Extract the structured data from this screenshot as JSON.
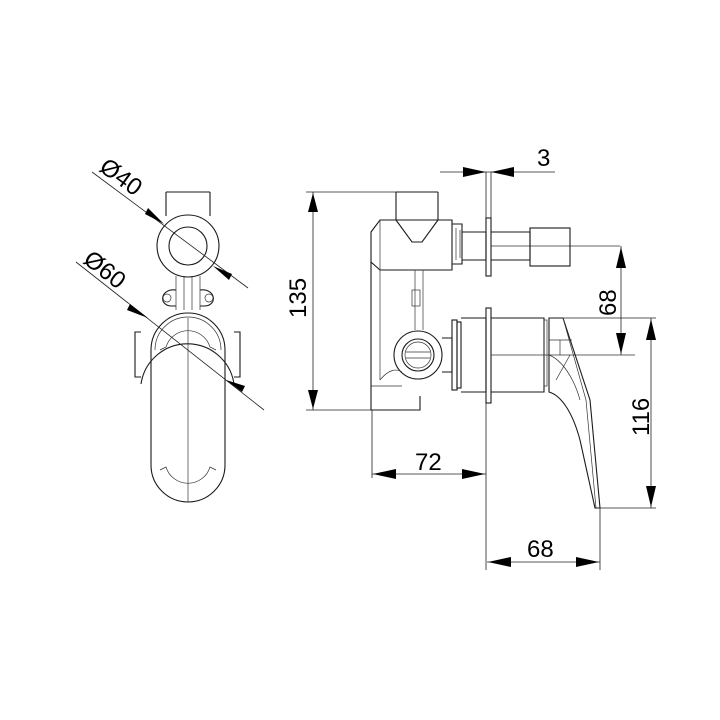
{
  "drawing": {
    "type": "technical-drawing",
    "subject": "shower mixer with diverter",
    "line_color": "#1a1a1a",
    "background": "#ffffff"
  },
  "front_view": {
    "dimensions": {
      "diameter_small": "Ø40",
      "diameter_large": "Ø60"
    }
  },
  "side_view": {
    "dimensions": {
      "height_total": "135",
      "plate_thickness": "3",
      "spout_offset": "68",
      "lever_height": "116",
      "body_depth": "72",
      "lever_projection": "68"
    }
  }
}
